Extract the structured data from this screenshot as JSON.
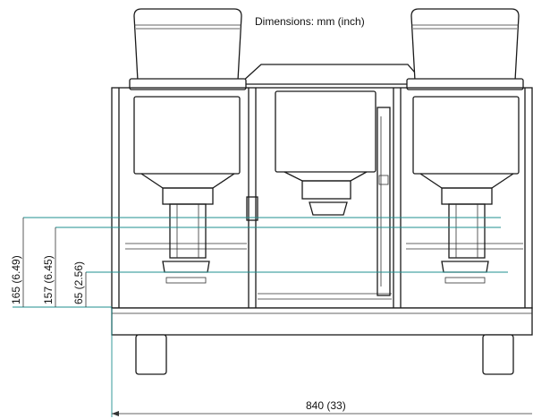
{
  "diagram": {
    "title": "Dimensions:  mm (inch)",
    "dimensions": {
      "width_label": "840 (33)",
      "height_165": "165 (6.49)",
      "height_157": "157 (6.45)",
      "height_65": "65 (2.56)"
    },
    "colors": {
      "line": "#1a1a1a",
      "dimension_line": "#1f8f8f",
      "background": "#ffffff"
    }
  }
}
